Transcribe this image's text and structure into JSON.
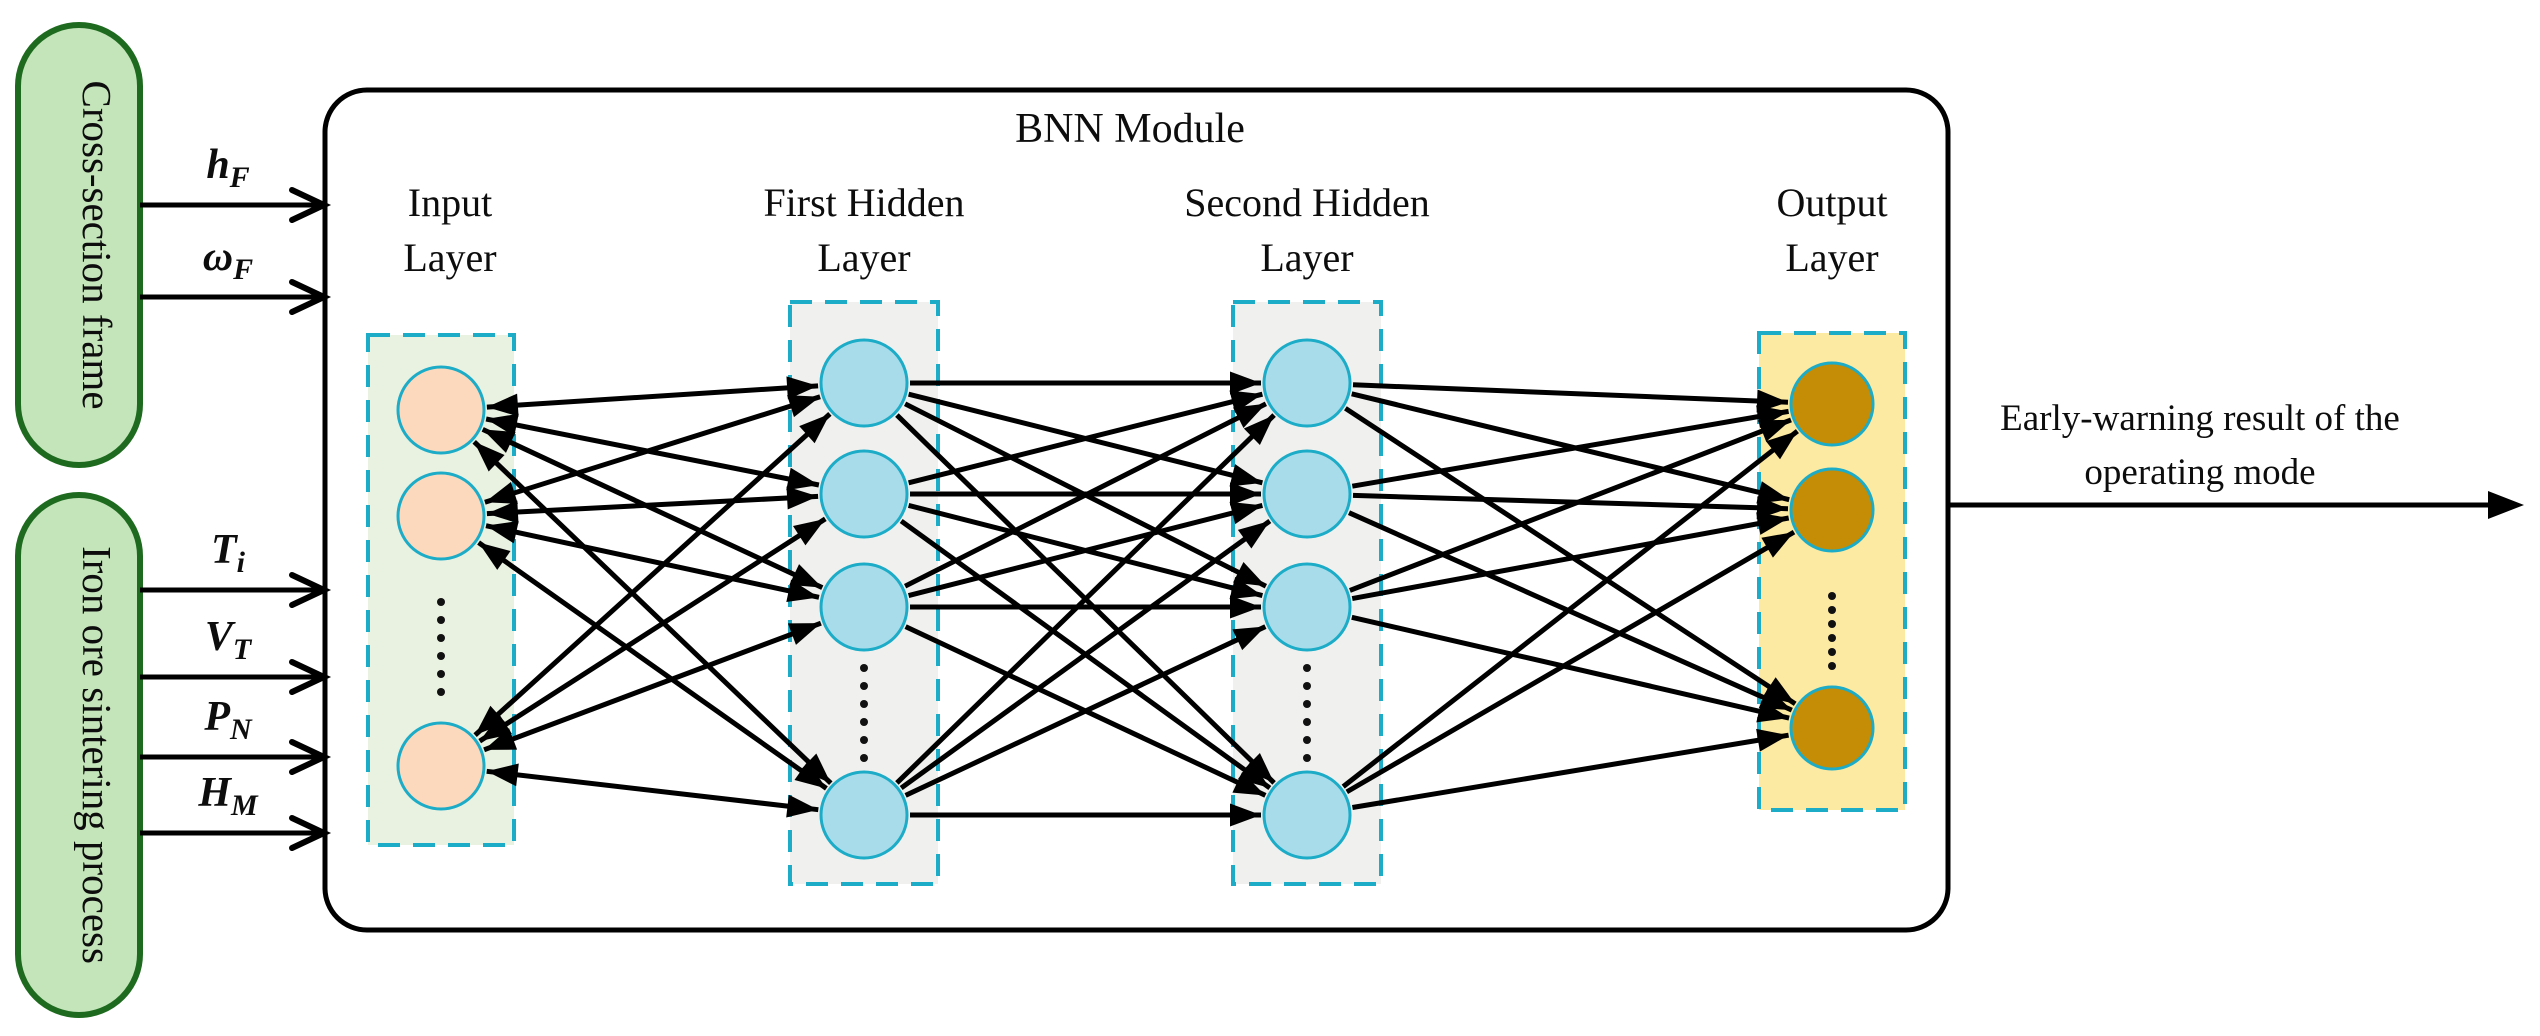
{
  "diagram": {
    "title": "BNN Module",
    "output_text": {
      "line1": "Early-warning result of the",
      "line2": "operating mode"
    },
    "source_groups": [
      {
        "label": "Cross-section frame",
        "inputs": [
          {
            "main": "h",
            "sub": "F"
          },
          {
            "main": "ω",
            "sub": "F"
          }
        ]
      },
      {
        "label": "Iron ore sintering process",
        "inputs": [
          {
            "main": "T",
            "sub": "i"
          },
          {
            "main": "V",
            "sub": "T"
          },
          {
            "main": "P",
            "sub": "N"
          },
          {
            "main": "H",
            "sub": "M"
          }
        ]
      }
    ],
    "layers": [
      {
        "id": "input",
        "label": [
          "Input",
          "Layer"
        ],
        "visible_nodes": 3,
        "ellipsis": true,
        "node_fill": "#fcd9bd",
        "box_fill": "#e9f1e1"
      },
      {
        "id": "hidden1",
        "label": [
          "First Hidden",
          "Layer"
        ],
        "visible_nodes": 4,
        "ellipsis": true,
        "node_fill": "#a9dcea",
        "box_fill": "#f0f0ee"
      },
      {
        "id": "hidden2",
        "label": [
          "Second Hidden",
          "Layer"
        ],
        "visible_nodes": 4,
        "ellipsis": true,
        "node_fill": "#a9dcea",
        "box_fill": "#f0f0ee"
      },
      {
        "id": "output",
        "label": [
          "Output",
          "Layer"
        ],
        "visible_nodes": 3,
        "ellipsis": true,
        "node_fill": "#c58c05",
        "box_fill": "#fce9a2"
      }
    ],
    "connections": [
      {
        "from": "input",
        "to": "hidden1",
        "arrows": "both"
      },
      {
        "from": "hidden1",
        "to": "hidden2",
        "arrows": "forward"
      },
      {
        "from": "hidden2",
        "to": "output",
        "arrows": "forward"
      }
    ],
    "colors": {
      "pill_fill": "#c4e4ba",
      "pill_border": "#1e6b1f",
      "dashed_border": "#1cacc7",
      "node_stroke": "#1cacc7",
      "line": "#000000",
      "module_border": "#000000",
      "dot": "#111111"
    }
  }
}
